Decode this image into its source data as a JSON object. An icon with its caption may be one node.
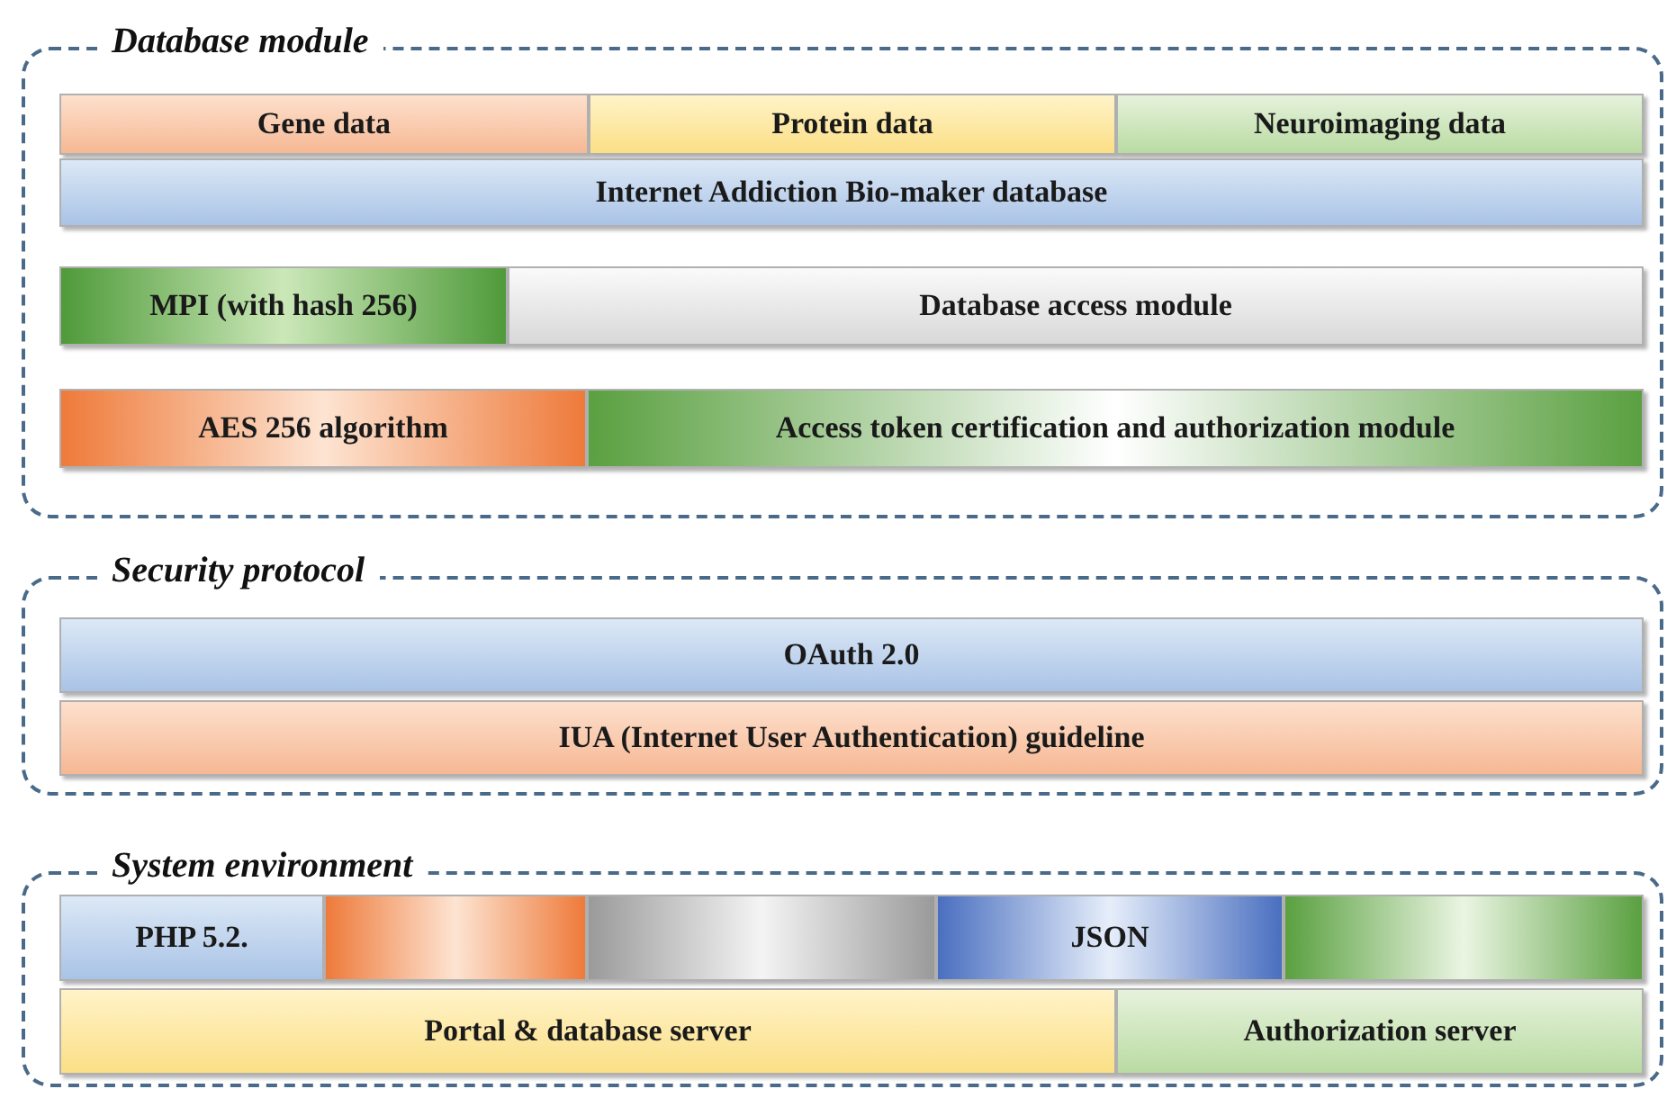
{
  "diagram": {
    "nodes": [
      {
        "text": [
          "Database module"
        ]
      },
      {
        "text": [
          "Gene data"
        ],
        "in": 0
      },
      {
        "text": [
          "Protein data"
        ],
        "in": 0
      },
      {
        "text": [
          "Neuroimaging data"
        ],
        "in": 0
      },
      {
        "text": [
          "Internet Addiction Bio-maker database"
        ],
        "in": 0
      },
      {
        "text": [
          "MPI (with hash 256)"
        ],
        "in": 0
      },
      {
        "text": [
          "Database access module"
        ],
        "in": 0
      },
      {
        "text": [
          "AES 256 algorithm"
        ],
        "in": 0
      },
      {
        "text": [
          "Access token certification and authorization module"
        ],
        "in": 0
      },
      {
        "text": [
          "Security protocol"
        ]
      },
      {
        "text": [
          "OAuth 2.0"
        ],
        "in": 9
      },
      {
        "text": [
          "IUA (Internet User Authentication) guideline"
        ],
        "in": 9
      },
      {
        "text": [
          "System environment"
        ]
      },
      {
        "text": [
          "PHP 5.2."
        ],
        "in": 12
      },
      {
        "text": [],
        "shape": "box",
        "in": 12
      },
      {
        "text": [],
        "shape": "box",
        "in": 12
      },
      {
        "text": [
          "JSON"
        ],
        "in": 12
      },
      {
        "text": [],
        "shape": "box",
        "in": 12
      },
      {
        "text": [
          "Portal & database server"
        ],
        "in": 12
      },
      {
        "text": [
          "Authorization server"
        ],
        "in": 12
      }
    ]
  }
}
